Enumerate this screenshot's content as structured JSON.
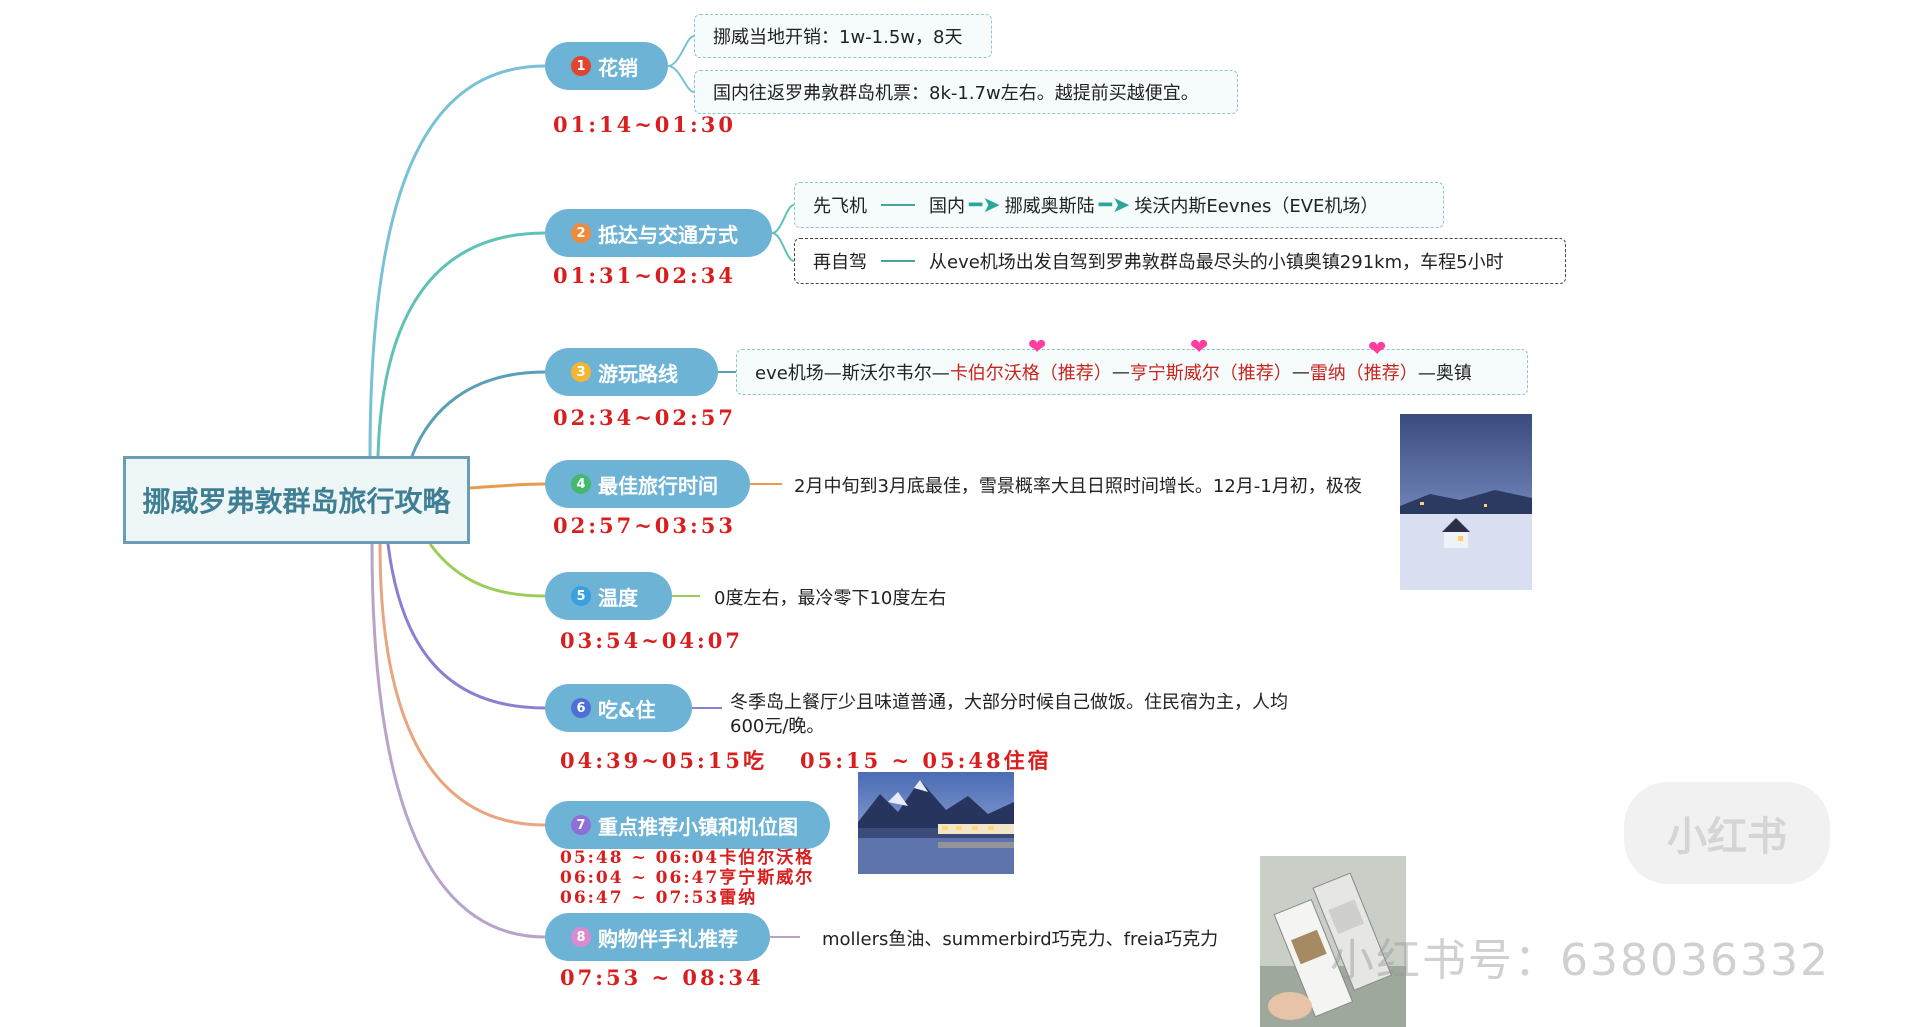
{
  "root": {
    "title": "挪威罗弗敦群岛旅行攻略"
  },
  "colors": {
    "branch_fill": "#6db3d6",
    "root_border": "#6b9eb5",
    "timestamp_red": "#d81e1e",
    "highlight_red": "#c8251f",
    "heart_pink": "#ff3ea0"
  },
  "branches": [
    {
      "num": "1",
      "num_color": "#e0452f",
      "label": "花销",
      "link_color": "#79c1d6",
      "time": "01:14~01:30",
      "items": [
        "挪威当地开销：1w-1.5w，8天",
        "国内往返罗弗敦群岛机票：8k-1.7w左右。越提前买越便宜。"
      ]
    },
    {
      "num": "2",
      "num_color": "#f08a3a",
      "label": "抵达与交通方式",
      "link_color": "#5fc2b7",
      "time": "01:31~02:34",
      "items": [
        {
          "head": "先飞机",
          "steps": [
            "国内",
            "挪威奥斯陆",
            "埃沃内斯Eevnes（EVE机场）"
          ]
        },
        {
          "head": "再自驾",
          "text": "从eve机场出发自驾到罗弗敦群岛最尽头的小镇奥镇291km，车程5小时"
        }
      ]
    },
    {
      "num": "3",
      "num_color": "#f2b632",
      "label": "游玩路线",
      "link_color": "#5a9fb8",
      "time": "02:34~02:57",
      "route": {
        "prefix": "eve机场—斯沃尔韦尔—",
        "stop1": "卡伯尔沃格（推荐）",
        "sep1": "—",
        "stop2": "亨宁斯威尔（推荐）",
        "sep2": "—",
        "stop3": "雷纳（推荐）",
        "suffix": "—奥镇"
      }
    },
    {
      "num": "4",
      "num_color": "#45b86f",
      "label": "最佳旅行时间",
      "link_color": "#e89b4c",
      "time": "02:57~03:53",
      "text": "2月中旬到3月底最佳，雪景概率大且日照时间增长。12月-1月初，极夜"
    },
    {
      "num": "5",
      "num_color": "#3aa0e0",
      "label": "温度",
      "link_color": "#9ccd5a",
      "time": "03:54~04:07",
      "text": "0度左右，最冷零下10度左右"
    },
    {
      "num": "6",
      "num_color": "#4f6fd6",
      "label": "吃&住",
      "link_color": "#8a7fd0",
      "time_eat": "04:39~05:15吃",
      "time_stay": "05:15 ~ 05:48住宿",
      "text_line1": "冬季岛上餐厅少且味道普通，大部分时候自己做饭。住民宿为主，人均",
      "text_line2": "600元/晚。"
    },
    {
      "num": "7",
      "num_color": "#8e6fd6",
      "label": "重点推荐小镇和机位图",
      "link_color": "#e8a580",
      "times": [
        "05:48 ~ 06:04卡伯尔沃格",
        "06:04 ~ 06:47亨宁斯威尔",
        "06:47 ~ 07:53雷纳"
      ]
    },
    {
      "num": "8",
      "num_color": "#d98ad0",
      "label": "购物伴手礼推荐",
      "link_color": "#b9a4c9",
      "time": "07:53 ~ 08:34",
      "text": "mollers鱼油、summerbird巧克力、freia巧克力"
    }
  ],
  "watermark": {
    "logo": "小红书",
    "text": "小红书号：638036332"
  }
}
